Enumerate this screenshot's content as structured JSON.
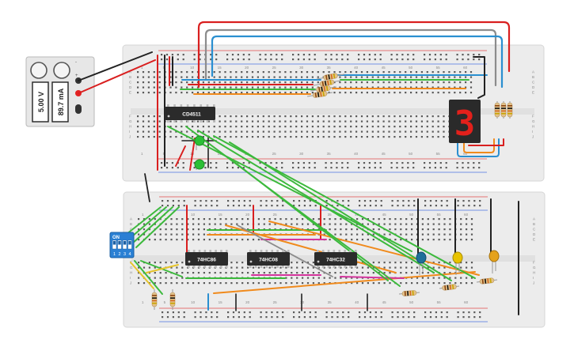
{
  "power_supply": {
    "voltage": "5.00 V",
    "current": "89.7 mA",
    "terminal_minus": "-",
    "terminal_plus": "+"
  },
  "top_board": {
    "row_letters": [
      "A",
      "B",
      "C",
      "D",
      "E",
      "F",
      "G",
      "H",
      "I",
      "J"
    ],
    "column_numbers": [
      "1",
      "5",
      "10",
      "15",
      "20",
      "25",
      "30",
      "35",
      "40",
      "45",
      "50",
      "55",
      "60"
    ]
  },
  "bottom_board": {
    "row_letters": [
      "A",
      "B",
      "C",
      "D",
      "E",
      "F",
      "G",
      "H",
      "I",
      "J"
    ],
    "column_numbers": [
      "1",
      "5",
      "10",
      "15",
      "20",
      "25",
      "30",
      "35",
      "40",
      "45",
      "50",
      "55",
      "60"
    ]
  },
  "chips": {
    "decoder": "CD4511",
    "xor": "74HC86",
    "and": "74HC08",
    "or": "74HC32"
  },
  "dip_switch": {
    "on_label": "ON",
    "positions": [
      "1",
      "2",
      "3",
      "4"
    ]
  },
  "seven_segment": {
    "digit": "3",
    "segment_color": "#e3201b"
  },
  "led_colors": {
    "green": "#2bbf36",
    "blue": "#1f6f9a",
    "yellow": "#e8c300",
    "orange": "#e5a21c"
  },
  "wire_colors": {
    "red": "#d91f1f",
    "black": "#222222",
    "blue": "#2a8fd0",
    "green": "#3cb93c",
    "orange": "#f08a1c",
    "gray": "#8c8c8c",
    "magenta": "#d3349c",
    "yellow": "#e6c42a"
  }
}
